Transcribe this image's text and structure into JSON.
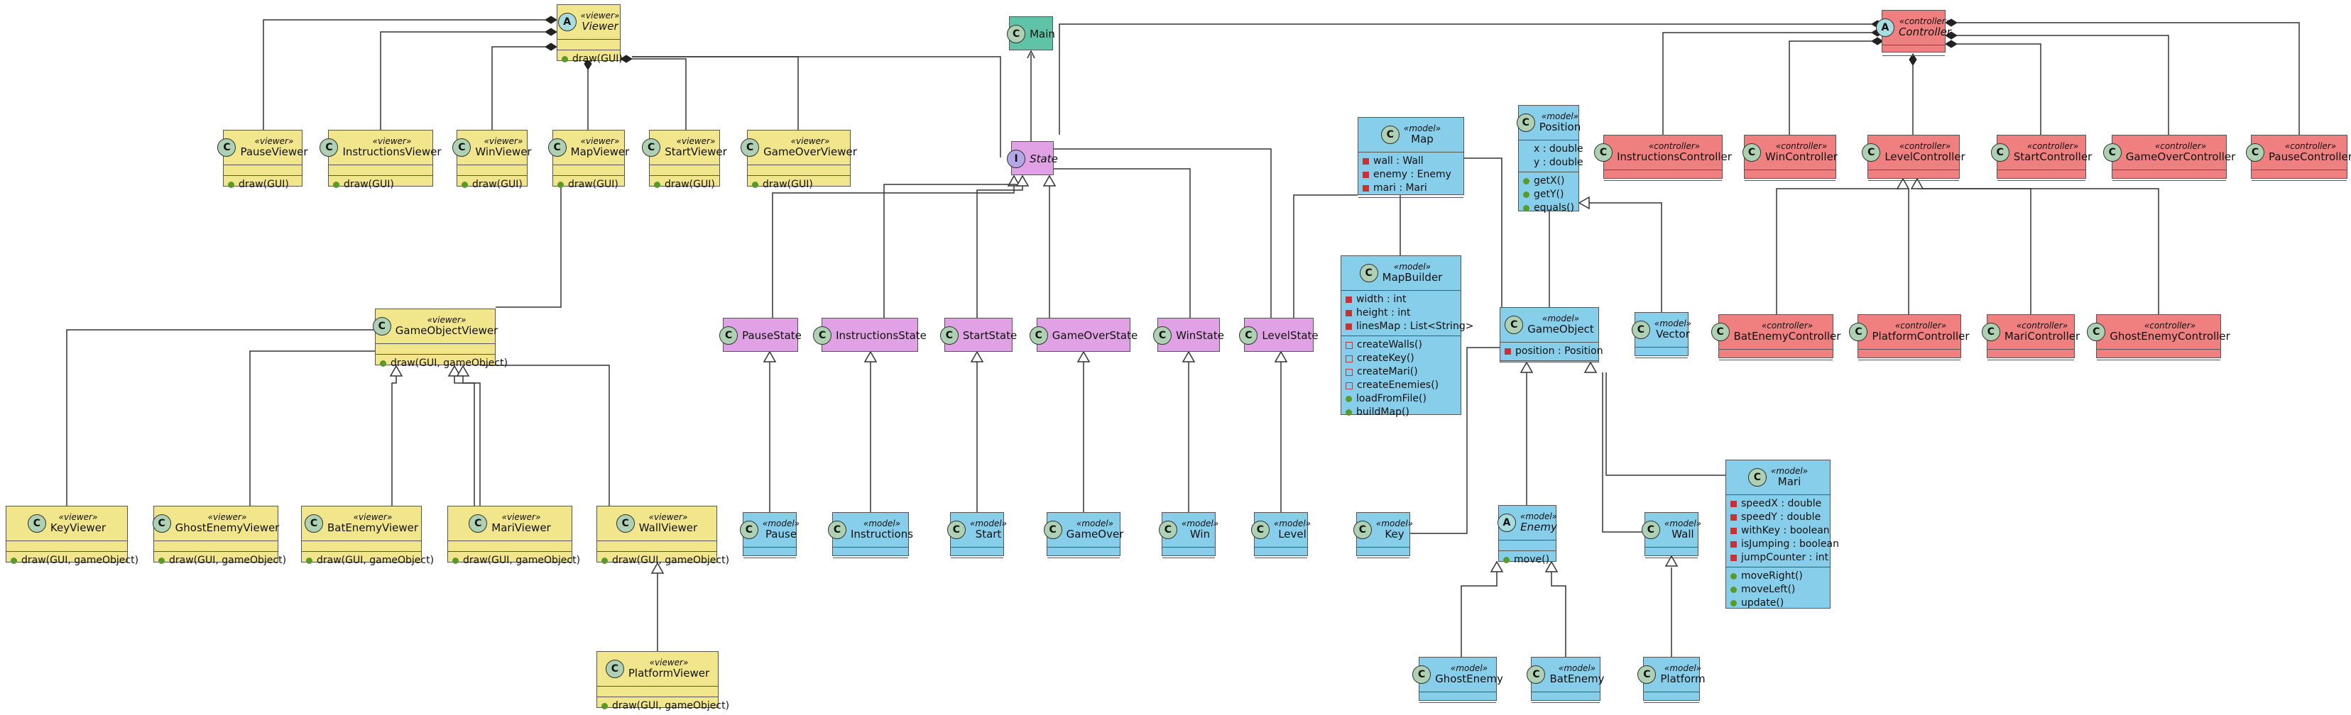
{
  "colors": {
    "viewer": "#F2E68C",
    "model": "#87CEEB",
    "state": "#E0A2E4",
    "controller": "#F08080",
    "main": "#5FC3A7"
  },
  "classes": [
    {
      "id": "Viewer",
      "kind": "abstract",
      "stereotype": "«viewer»",
      "name": "Viewer",
      "fields": [],
      "methods": [
        {
          "v": "pub",
          "t": "draw(GUI)"
        }
      ]
    },
    {
      "id": "PauseViewer",
      "kind": "class",
      "stereotype": "«viewer»",
      "name": "PauseViewer",
      "fields": [],
      "methods": [
        {
          "v": "pub",
          "t": "draw(GUI)"
        }
      ]
    },
    {
      "id": "InstructionsViewer",
      "kind": "class",
      "stereotype": "«viewer»",
      "name": "InstructionsViewer",
      "fields": [],
      "methods": [
        {
          "v": "pub",
          "t": "draw(GUI)"
        }
      ]
    },
    {
      "id": "WinViewer",
      "kind": "class",
      "stereotype": "«viewer»",
      "name": "WinViewer",
      "fields": [],
      "methods": [
        {
          "v": "pub",
          "t": "draw(GUI)"
        }
      ]
    },
    {
      "id": "MapViewer",
      "kind": "class",
      "stereotype": "«viewer»",
      "name": "MapViewer",
      "fields": [],
      "methods": [
        {
          "v": "pub",
          "t": "draw(GUI)"
        }
      ]
    },
    {
      "id": "StartViewer",
      "kind": "class",
      "stereotype": "«viewer»",
      "name": "StartViewer",
      "fields": [],
      "methods": [
        {
          "v": "pub",
          "t": "draw(GUI)"
        }
      ]
    },
    {
      "id": "GameOverViewer",
      "kind": "class",
      "stereotype": "«viewer»",
      "name": "GameOverViewer",
      "fields": [],
      "methods": [
        {
          "v": "pub",
          "t": "draw(GUI)"
        }
      ]
    },
    {
      "id": "GameObjectViewer",
      "kind": "class",
      "stereotype": "«viewer»",
      "name": "GameObjectViewer",
      "fields": [],
      "methods": [
        {
          "v": "pub",
          "t": "draw(GUI, gameObject)"
        }
      ]
    },
    {
      "id": "KeyViewer",
      "kind": "class",
      "stereotype": "«viewer»",
      "name": "KeyViewer",
      "fields": [],
      "methods": [
        {
          "v": "pub",
          "t": "draw(GUI, gameObject)"
        }
      ]
    },
    {
      "id": "GhostEnemyViewer",
      "kind": "class",
      "stereotype": "«viewer»",
      "name": "GhostEnemyViewer",
      "fields": [],
      "methods": [
        {
          "v": "pub",
          "t": "draw(GUI, gameObject)"
        }
      ]
    },
    {
      "id": "BatEnemyViewer",
      "kind": "class",
      "stereotype": "«viewer»",
      "name": "BatEnemyViewer",
      "fields": [],
      "methods": [
        {
          "v": "pub",
          "t": "draw(GUI, gameObject)"
        }
      ]
    },
    {
      "id": "MariViewer",
      "kind": "class",
      "stereotype": "«viewer»",
      "name": "MariViewer",
      "fields": [],
      "methods": [
        {
          "v": "pub",
          "t": "draw(GUI, gameObject)"
        }
      ]
    },
    {
      "id": "WallViewer",
      "kind": "class",
      "stereotype": "«viewer»",
      "name": "WallViewer",
      "fields": [],
      "methods": [
        {
          "v": "pub",
          "t": "draw(GUI, gameObject)"
        }
      ]
    },
    {
      "id": "PlatformViewer",
      "kind": "class",
      "stereotype": "«viewer»",
      "name": "PlatformViewer",
      "fields": [],
      "methods": [
        {
          "v": "pub",
          "t": "draw(GUI, gameObject)"
        }
      ]
    },
    {
      "id": "Main",
      "kind": "class",
      "stereotype": "",
      "name": "Main",
      "fields": [],
      "methods": []
    },
    {
      "id": "State",
      "kind": "interface",
      "stereotype": "",
      "name": "State",
      "fields": [],
      "methods": []
    },
    {
      "id": "PauseState",
      "kind": "class",
      "stereotype": "",
      "name": "PauseState",
      "fields": [],
      "methods": []
    },
    {
      "id": "InstructionsState",
      "kind": "class",
      "stereotype": "",
      "name": "InstructionsState",
      "fields": [],
      "methods": []
    },
    {
      "id": "StartState",
      "kind": "class",
      "stereotype": "",
      "name": "StartState",
      "fields": [],
      "methods": []
    },
    {
      "id": "GameOverState",
      "kind": "class",
      "stereotype": "",
      "name": "GameOverState",
      "fields": [],
      "methods": []
    },
    {
      "id": "WinState",
      "kind": "class",
      "stereotype": "",
      "name": "WinState",
      "fields": [],
      "methods": []
    },
    {
      "id": "LevelState",
      "kind": "class",
      "stereotype": "",
      "name": "LevelState",
      "fields": [],
      "methods": []
    },
    {
      "id": "Pause",
      "kind": "class",
      "stereotype": "«model»",
      "name": "Pause",
      "fields": [],
      "methods": []
    },
    {
      "id": "Instructions",
      "kind": "class",
      "stereotype": "«model»",
      "name": "Instructions",
      "fields": [],
      "methods": []
    },
    {
      "id": "Start",
      "kind": "class",
      "stereotype": "«model»",
      "name": "Start",
      "fields": [],
      "methods": []
    },
    {
      "id": "GameOver",
      "kind": "class",
      "stereotype": "«model»",
      "name": "GameOver",
      "fields": [],
      "methods": []
    },
    {
      "id": "Win",
      "kind": "class",
      "stereotype": "«model»",
      "name": "Win",
      "fields": [],
      "methods": []
    },
    {
      "id": "Level",
      "kind": "class",
      "stereotype": "«model»",
      "name": "Level",
      "fields": [],
      "methods": []
    },
    {
      "id": "Map",
      "kind": "class",
      "stereotype": "«model»",
      "name": "Map",
      "fields": [
        {
          "v": "pri",
          "t": "wall : Wall"
        },
        {
          "v": "pri",
          "t": "enemy : Enemy"
        },
        {
          "v": "pri",
          "t": "mari : Mari"
        }
      ],
      "methods": []
    },
    {
      "id": "MapBuilder",
      "kind": "class",
      "stereotype": "«model»",
      "name": "MapBuilder",
      "fields": [
        {
          "v": "pri",
          "t": "width : int"
        },
        {
          "v": "pri",
          "t": "height : int"
        },
        {
          "v": "pri",
          "t": "linesMap : List<String>"
        }
      ],
      "methods": [
        {
          "v": "prio",
          "t": "createWalls()"
        },
        {
          "v": "prio",
          "t": "createKey()"
        },
        {
          "v": "prio",
          "t": "createMari()"
        },
        {
          "v": "prio",
          "t": "createEnemies()"
        },
        {
          "v": "pub",
          "t": "loadFromFile()"
        },
        {
          "v": "pub",
          "t": "buildMap()"
        }
      ]
    },
    {
      "id": "Position",
      "kind": "class",
      "stereotype": "«model»",
      "name": "Position",
      "fields": [
        {
          "v": "",
          "t": "x : double"
        },
        {
          "v": "",
          "t": "y : double"
        }
      ],
      "methods": [
        {
          "v": "pub",
          "t": "getX()"
        },
        {
          "v": "pub",
          "t": "getY()"
        },
        {
          "v": "pub",
          "t": "equals()"
        }
      ]
    },
    {
      "id": "GameObject",
      "kind": "class",
      "stereotype": "«model»",
      "name": "GameObject",
      "fields": [
        {
          "v": "pri",
          "t": "position : Position"
        }
      ],
      "methods": []
    },
    {
      "id": "Vector",
      "kind": "class",
      "stereotype": "«model»",
      "name": "Vector",
      "fields": [],
      "methods": []
    },
    {
      "id": "Key",
      "kind": "class",
      "stereotype": "«model»",
      "name": "Key",
      "fields": [],
      "methods": []
    },
    {
      "id": "Enemy",
      "kind": "abstract",
      "stereotype": "«model»",
      "name": "Enemy",
      "fields": [],
      "methods": [
        {
          "v": "pub",
          "t": "move()"
        }
      ]
    },
    {
      "id": "Wall",
      "kind": "class",
      "stereotype": "«model»",
      "name": "Wall",
      "fields": [],
      "methods": []
    },
    {
      "id": "Mari",
      "kind": "class",
      "stereotype": "«model»",
      "name": "Mari",
      "fields": [
        {
          "v": "pri",
          "t": "speedX : double"
        },
        {
          "v": "pri",
          "t": "speedY : double"
        },
        {
          "v": "pri",
          "t": "withKey : boolean"
        },
        {
          "v": "pri",
          "t": "isJumping : boolean"
        },
        {
          "v": "pri",
          "t": "jumpCounter : int"
        }
      ],
      "methods": [
        {
          "v": "pub",
          "t": "moveRight()"
        },
        {
          "v": "pub",
          "t": "moveLeft()"
        },
        {
          "v": "pub",
          "t": "update()"
        }
      ]
    },
    {
      "id": "GhostEnemy",
      "kind": "class",
      "stereotype": "«model»",
      "name": "GhostEnemy",
      "fields": [],
      "methods": []
    },
    {
      "id": "BatEnemy",
      "kind": "class",
      "stereotype": "«model»",
      "name": "BatEnemy",
      "fields": [],
      "methods": []
    },
    {
      "id": "Platform",
      "kind": "class",
      "stereotype": "«model»",
      "name": "Platform",
      "fields": [],
      "methods": []
    },
    {
      "id": "Controller",
      "kind": "abstract",
      "stereotype": "«controller»",
      "name": "Controller",
      "fields": [],
      "methods": []
    },
    {
      "id": "InstructionsController",
      "kind": "class",
      "stereotype": "«controller»",
      "name": "InstructionsController",
      "fields": [],
      "methods": []
    },
    {
      "id": "WinController",
      "kind": "class",
      "stereotype": "«controller»",
      "name": "WinController",
      "fields": [],
      "methods": []
    },
    {
      "id": "LevelController",
      "kind": "class",
      "stereotype": "«controller»",
      "name": "LevelController",
      "fields": [],
      "methods": []
    },
    {
      "id": "StartController",
      "kind": "class",
      "stereotype": "«controller»",
      "name": "StartController",
      "fields": [],
      "methods": []
    },
    {
      "id": "GameOverController",
      "kind": "class",
      "stereotype": "«controller»",
      "name": "GameOverController",
      "fields": [],
      "methods": []
    },
    {
      "id": "PauseController",
      "kind": "class",
      "stereotype": "«controller»",
      "name": "PauseController",
      "fields": [],
      "methods": []
    },
    {
      "id": "BatEnemyController",
      "kind": "class",
      "stereotype": "«controller»",
      "name": "BatEnemyController",
      "fields": [],
      "methods": []
    },
    {
      "id": "PlatformController",
      "kind": "class",
      "stereotype": "«controller»",
      "name": "PlatformController",
      "fields": [],
      "methods": []
    },
    {
      "id": "MariController",
      "kind": "class",
      "stereotype": "«controller»",
      "name": "MariController",
      "fields": [],
      "methods": []
    },
    {
      "id": "GhostEnemyController",
      "kind": "class",
      "stereotype": "«controller»",
      "name": "GhostEnemyController",
      "fields": [],
      "methods": []
    }
  ],
  "relations": [
    {
      "from": "PauseViewer",
      "to": "Viewer",
      "type": "composition"
    },
    {
      "from": "InstructionsViewer",
      "to": "Viewer",
      "type": "composition"
    },
    {
      "from": "WinViewer",
      "to": "Viewer",
      "type": "composition"
    },
    {
      "from": "MapViewer",
      "to": "Viewer",
      "type": "composition"
    },
    {
      "from": "StartViewer",
      "to": "Viewer",
      "type": "association"
    },
    {
      "from": "GameOverViewer",
      "to": "Viewer",
      "type": "association"
    },
    {
      "from": "State",
      "to": "Viewer",
      "type": "composition"
    },
    {
      "from": "GameObjectViewer",
      "to": "MapViewer",
      "type": "association"
    },
    {
      "from": "KeyViewer",
      "to": "GameObjectViewer",
      "type": "association"
    },
    {
      "from": "GhostEnemyViewer",
      "to": "GameObjectViewer",
      "type": "association"
    },
    {
      "from": "BatEnemyViewer",
      "to": "GameObjectViewer",
      "type": "inheritance"
    },
    {
      "from": "MariViewer",
      "to": "GameObjectViewer",
      "type": "inheritance"
    },
    {
      "from": "WallViewer",
      "to": "GameObjectViewer",
      "type": "association"
    },
    {
      "from": "PlatformViewer",
      "to": "WallViewer",
      "type": "inheritance"
    },
    {
      "from": "State",
      "to": "Main",
      "type": "dependency"
    },
    {
      "from": "State",
      "to": "Controller",
      "type": "composition"
    },
    {
      "from": "PauseState",
      "to": "State",
      "type": "inheritance"
    },
    {
      "from": "InstructionsState",
      "to": "State",
      "type": "inheritance"
    },
    {
      "from": "StartState",
      "to": "State",
      "type": "inheritance"
    },
    {
      "from": "GameOverState",
      "to": "State",
      "type": "inheritance"
    },
    {
      "from": "WinState",
      "to": "State",
      "type": "association"
    },
    {
      "from": "LevelState",
      "to": "State",
      "type": "association"
    },
    {
      "from": "Pause",
      "to": "PauseState",
      "type": "inheritance"
    },
    {
      "from": "Instructions",
      "to": "InstructionsState",
      "type": "inheritance"
    },
    {
      "from": "Start",
      "to": "StartState",
      "type": "inheritance"
    },
    {
      "from": "GameOver",
      "to": "GameOverState",
      "type": "inheritance"
    },
    {
      "from": "Win",
      "to": "WinState",
      "type": "inheritance"
    },
    {
      "from": "Level",
      "to": "LevelState",
      "type": "inheritance"
    },
    {
      "from": "MapBuilder",
      "to": "Map",
      "type": "association"
    },
    {
      "from": "Map",
      "to": "LevelState",
      "type": "association"
    },
    {
      "from": "Map",
      "to": "GameObject",
      "type": "association"
    },
    {
      "from": "GameObject",
      "to": "Position",
      "type": "association"
    },
    {
      "from": "Vector",
      "to": "Position",
      "type": "inheritance"
    },
    {
      "from": "Key",
      "to": "GameObject",
      "type": "association"
    },
    {
      "from": "Enemy",
      "to": "GameObject",
      "type": "inheritance"
    },
    {
      "from": "Wall",
      "to": "GameObject",
      "type": "inheritance"
    },
    {
      "from": "Mari",
      "to": "GameObject",
      "type": "inheritance"
    },
    {
      "from": "GhostEnemy",
      "to": "Enemy",
      "type": "inheritance"
    },
    {
      "from": "BatEnemy",
      "to": "Enemy",
      "type": "inheritance"
    },
    {
      "from": "Platform",
      "to": "Wall",
      "type": "inheritance"
    },
    {
      "from": "InstructionsController",
      "to": "Controller",
      "type": "composition"
    },
    {
      "from": "WinController",
      "to": "Controller",
      "type": "composition"
    },
    {
      "from": "LevelController",
      "to": "Controller",
      "type": "composition"
    },
    {
      "from": "StartController",
      "to": "Controller",
      "type": "composition"
    },
    {
      "from": "GameOverController",
      "to": "Controller",
      "type": "composition"
    },
    {
      "from": "PauseController",
      "to": "Controller",
      "type": "composition"
    },
    {
      "from": "BatEnemyController",
      "to": "LevelController",
      "type": "inheritance"
    },
    {
      "from": "PlatformController",
      "to": "LevelController",
      "type": "inheritance"
    },
    {
      "from": "MariController",
      "to": "LevelController",
      "type": "inheritance"
    },
    {
      "from": "GhostEnemyController",
      "to": "LevelController",
      "type": "inheritance"
    }
  ]
}
